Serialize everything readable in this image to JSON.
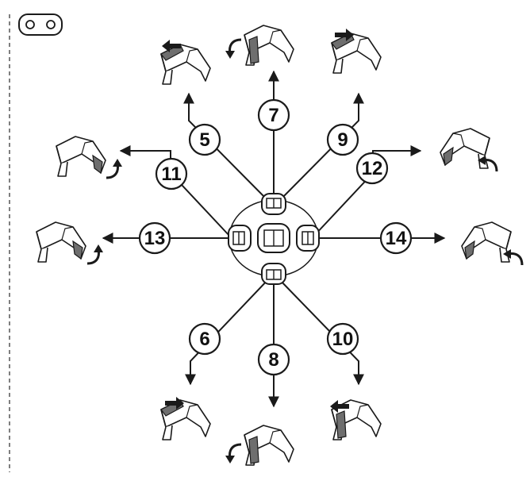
{
  "colors": {
    "line": "#1a1a1a",
    "bucket_fill": "#ffffff",
    "bucket_shade": "#6e6e6e",
    "callout_fill": "#ffffff",
    "dashed_border": "#555555"
  },
  "icons": {
    "joystick_mode": "joystick-mode-icon",
    "bucket": "excavator-bucket-icon",
    "rotate": "rotate-arrow-icon",
    "slide": "slide-arrow-icon"
  },
  "callouts": [
    {
      "label": "5"
    },
    {
      "label": "6"
    },
    {
      "label": "7"
    },
    {
      "label": "8"
    },
    {
      "label": "9"
    },
    {
      "label": "10"
    },
    {
      "label": "11"
    },
    {
      "label": "12"
    },
    {
      "label": "13"
    },
    {
      "label": "14"
    }
  ]
}
